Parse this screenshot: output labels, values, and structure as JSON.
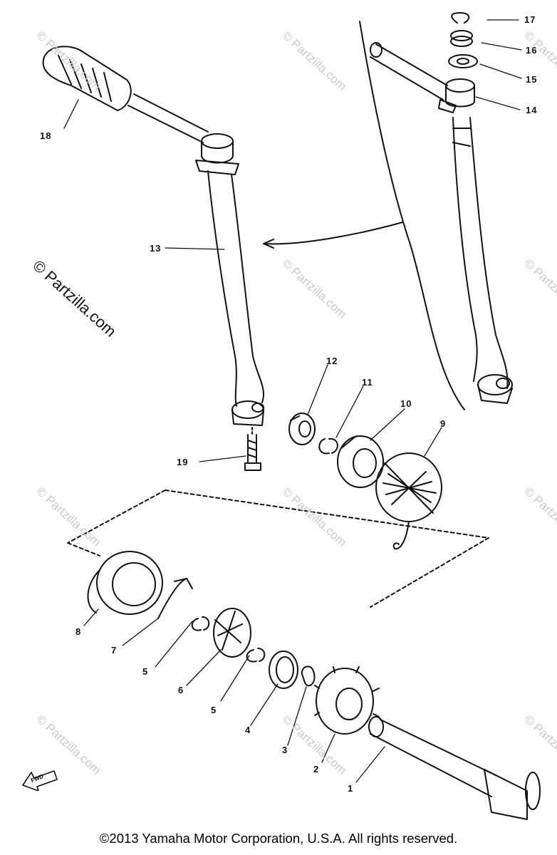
{
  "watermark_text": "© Partzilla.com",
  "side_watermark": "© Partzilla.com",
  "fwd_label": "FWD",
  "copyright": "©2013  Yamaha Motor Corporation, U.S.A. All rights reserved.",
  "callouts": [
    "1",
    "2",
    "3",
    "4",
    "5",
    "5",
    "6",
    "7",
    "8",
    "9",
    "10",
    "11",
    "12",
    "13",
    "14",
    "15",
    "16",
    "17",
    "18",
    "19"
  ]
}
